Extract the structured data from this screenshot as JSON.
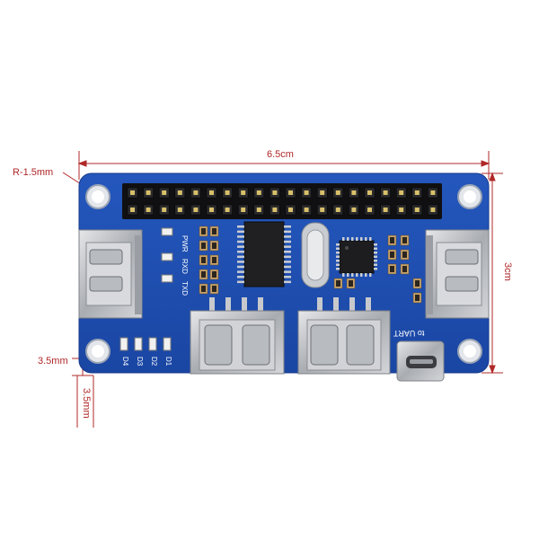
{
  "dimensions": {
    "width": "6.5cm",
    "height": "3cm",
    "corner_radius": "R-1.5mm",
    "hole_offset_x": "3.5mm",
    "hole_offset_y": "3.5mm"
  },
  "silkscreen": {
    "pwr": "PWR",
    "rxd": "RXD",
    "txd": "TXD",
    "d1": "D1",
    "d2": "D2",
    "d3": "D3",
    "d4": "D4",
    "uart": "to UART"
  },
  "colors": {
    "pcb": "#1f4fb0",
    "pcb_edge": "#16398a",
    "dimension": "#b02828",
    "header_pin": "#1a1a1a",
    "usb_metal": "#c7c9cc"
  }
}
